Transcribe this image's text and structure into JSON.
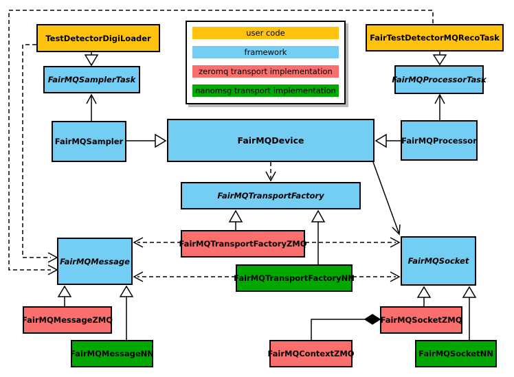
{
  "legend": {
    "items": [
      {
        "label": "user code",
        "color": "#FFC20E",
        "category": "user-code"
      },
      {
        "label": "framework",
        "color": "#74CEF4",
        "category": "framework"
      },
      {
        "label": "zeromq transport implementation",
        "color": "#FA6E6E",
        "category": "zeromq"
      },
      {
        "label": "nanomsg transport implementation",
        "color": "#00A800",
        "category": "nanomsg"
      }
    ]
  },
  "nodes": {
    "test_detector_digi_loader": {
      "label": "TestDetectorDigiLoader",
      "category": "user-code",
      "abstract": false
    },
    "fair_test_detector_mq_reco_task": {
      "label": "FairTestDetectorMQRecoTask",
      "category": "user-code",
      "abstract": false
    },
    "fair_mq_sampler_task": {
      "label": "FairMQSamplerTask",
      "category": "framework",
      "abstract": true
    },
    "fair_mq_processor_task": {
      "label": "FairMQProcessorTask",
      "category": "framework",
      "abstract": true
    },
    "fair_mq_sampler": {
      "label": "FairMQSampler",
      "category": "framework",
      "abstract": false
    },
    "fair_mq_device": {
      "label": "FairMQDevice",
      "category": "framework",
      "abstract": false
    },
    "fair_mq_processor": {
      "label": "FairMQProcessor",
      "category": "framework",
      "abstract": false
    },
    "fair_mq_transport_factory": {
      "label": "FairMQTransportFactory",
      "category": "framework",
      "abstract": true
    },
    "fair_mq_transport_factory_zmq": {
      "label": "FairMQTransportFactoryZMQ",
      "category": "zeromq",
      "abstract": false
    },
    "fair_mq_transport_factory_nn": {
      "label": "FairMQTransportFactoryNN",
      "category": "nanomsg",
      "abstract": false
    },
    "fair_mq_message": {
      "label": "FairMQMessage",
      "category": "framework",
      "abstract": true
    },
    "fair_mq_socket": {
      "label": "FairMQSocket",
      "category": "framework",
      "abstract": true
    },
    "fair_mq_message_zmq": {
      "label": "FairMQMessageZMQ",
      "category": "zeromq",
      "abstract": false
    },
    "fair_mq_message_nn": {
      "label": "FairMQMessageNN",
      "category": "nanomsg",
      "abstract": false
    },
    "fair_mq_context_zmq": {
      "label": "FairMQContextZMQ",
      "category": "zeromq",
      "abstract": false
    },
    "fair_mq_socket_zmq": {
      "label": "FairMQSocketZMQ",
      "category": "zeromq",
      "abstract": false
    },
    "fair_mq_socket_nn": {
      "label": "FairMQSocketNN",
      "category": "nanomsg",
      "abstract": false
    }
  },
  "colors": {
    "line": "#000000",
    "background": "#ffffff",
    "legend_shadow": "#b9b9b9"
  }
}
